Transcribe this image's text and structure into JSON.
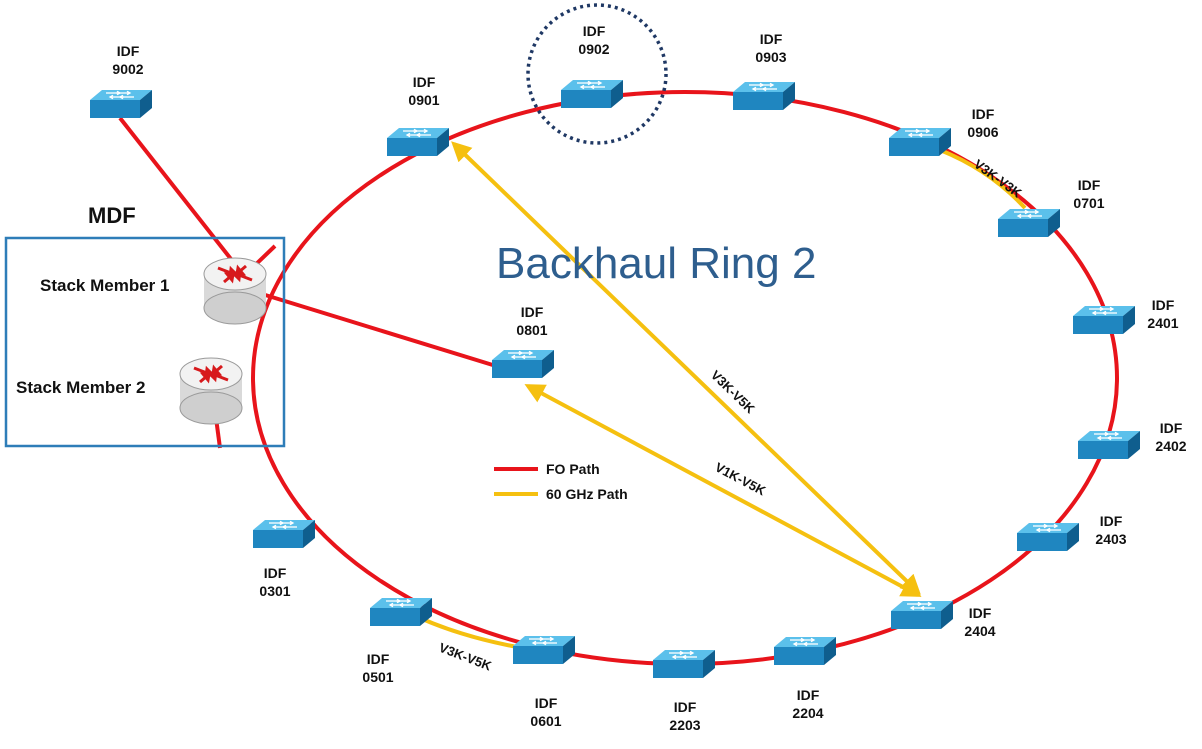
{
  "title": "Backhaul Ring 2",
  "mdf": {
    "label": "MDF",
    "stack_member_1": "Stack Member 1",
    "stack_member_2": "Stack Member 2"
  },
  "legend": {
    "fo": "FO Path",
    "ghz": "60 GHz Path"
  },
  "colors": {
    "fo": "#E8141B",
    "ghz": "#F5C010",
    "switch_top": "#2FA6DC",
    "switch_front": "#1F86C0",
    "mdf_box": "#2E7DB8",
    "highlight": "#1F3864"
  },
  "switches": [
    {
      "id": "9002",
      "label1": "IDF",
      "label2": "9002"
    },
    {
      "id": "0901",
      "label1": "IDF",
      "label2": "0901"
    },
    {
      "id": "0902",
      "label1": "IDF",
      "label2": "0902"
    },
    {
      "id": "0903",
      "label1": "IDF",
      "label2": "0903"
    },
    {
      "id": "0906",
      "label1": "IDF",
      "label2": "0906"
    },
    {
      "id": "0701",
      "label1": "IDF",
      "label2": "0701"
    },
    {
      "id": "2401",
      "label1": "IDF",
      "label2": "2401"
    },
    {
      "id": "2402",
      "label1": "IDF",
      "label2": "2402"
    },
    {
      "id": "2403",
      "label1": "IDF",
      "label2": "2403"
    },
    {
      "id": "2404",
      "label1": "IDF",
      "label2": "2404"
    },
    {
      "id": "2204",
      "label1": "IDF",
      "label2": "2204"
    },
    {
      "id": "2203",
      "label1": "IDF",
      "label2": "2203"
    },
    {
      "id": "0601",
      "label1": "IDF",
      "label2": "0601"
    },
    {
      "id": "0501",
      "label1": "IDF",
      "label2": "0501"
    },
    {
      "id": "0301",
      "label1": "IDF",
      "label2": "0301"
    },
    {
      "id": "0801",
      "label1": "IDF",
      "label2": "0801"
    }
  ],
  "links": {
    "v3k_v3k": "V3K-V3K",
    "v3k_v5k_bottom": "V3K-V5K",
    "v3k_v5k_diag": "V3K-V5K",
    "v1k_v5k": "V1K-V5K"
  }
}
